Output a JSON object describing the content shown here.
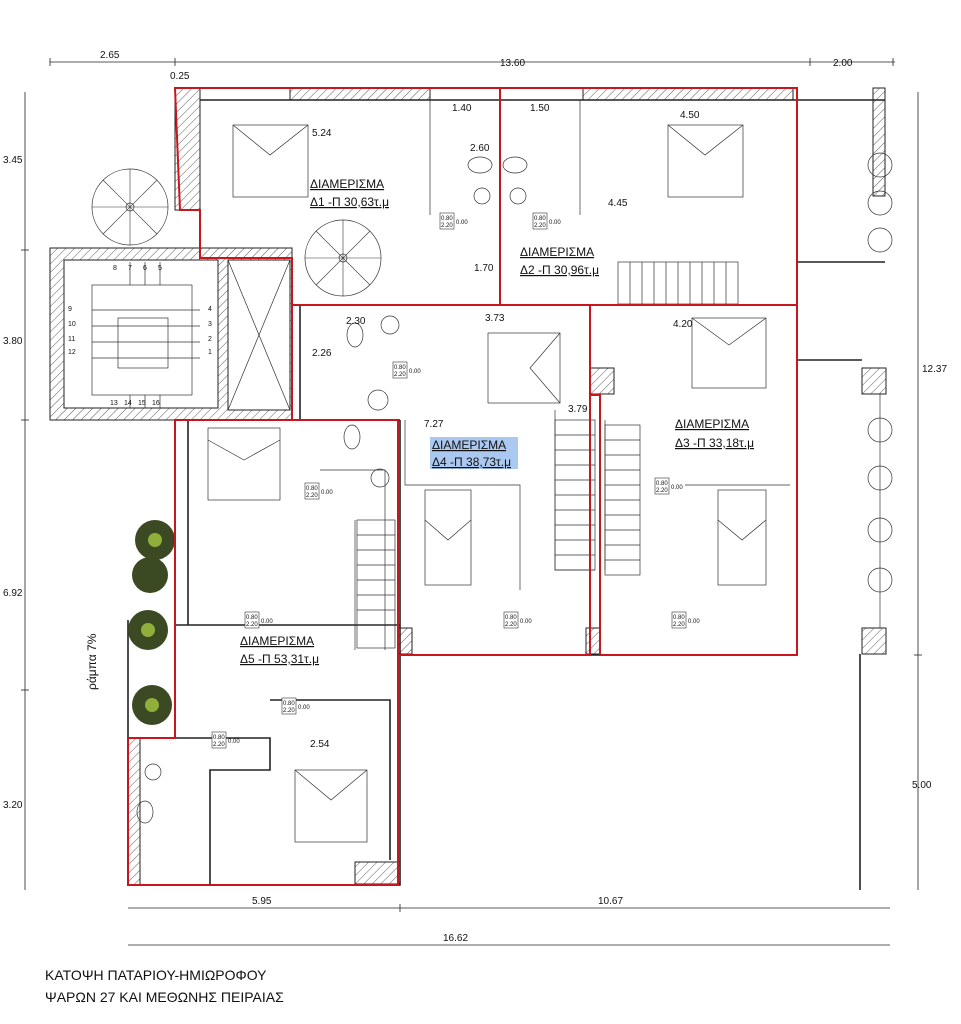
{
  "plan": {
    "title_line1": "ΚΑΤΟΨΗ ΠΑΤΑΡΙΟΥ-ΗΜΙΩΡΟΦΟΥ",
    "title_line2": "ΨΑΡΩΝ 27 ΚΑΙ ΜΕΘΩΝΗΣ ΠΕΙΡΑΙΑΣ",
    "outline_color": "#c8161d",
    "highlight_color": "#aac8f0"
  },
  "dimensions": {
    "top": [
      "2.65",
      "13.60",
      "2.00"
    ],
    "top_offset": "0.25",
    "left": [
      "3.45",
      "3.80",
      "6.92",
      "3.20"
    ],
    "right": [
      "12.37",
      "5.00"
    ],
    "bottom1": [
      "5.95",
      "10.67"
    ],
    "bottom2": "16.62"
  },
  "apartments": [
    {
      "label": "ΔΙΑΜΕΡΙΣΜΑ",
      "name": "Δ1 -Π 30,63τ.μ"
    },
    {
      "label": "ΔΙΑΜΕΡΙΣΜΑ",
      "name": "Δ2 -Π 30,96τ.μ"
    },
    {
      "label": "ΔΙΑΜΕΡΙΣΜΑ",
      "name": "Δ4 -Π 38,73τ.μ"
    },
    {
      "label": "ΔΙΑΜΕΡΙΣΜΑ",
      "name": "Δ3 -Π 33,18τ.μ"
    },
    {
      "label": "ΔΙΑΜΕΡΙΣΜΑ",
      "name": "Δ5 -Π 53,31τ.μ"
    }
  ],
  "room_dims": [
    "5.24",
    "1.40",
    "1.50",
    "2.60",
    "4.50",
    "4.45",
    "1.70",
    "3.73",
    "2.30",
    "2.26",
    "4.20",
    "7.27",
    "3.79",
    "2.54"
  ],
  "stair_numbers": [
    "1",
    "2",
    "3",
    "4",
    "5",
    "6",
    "7",
    "8",
    "9",
    "10",
    "11",
    "12",
    "13",
    "14",
    "15",
    "16"
  ],
  "door_tag": {
    "width": "0.80",
    "height": "2.20",
    "level": "0.00"
  },
  "ramp_label": "ράμπα 7%"
}
